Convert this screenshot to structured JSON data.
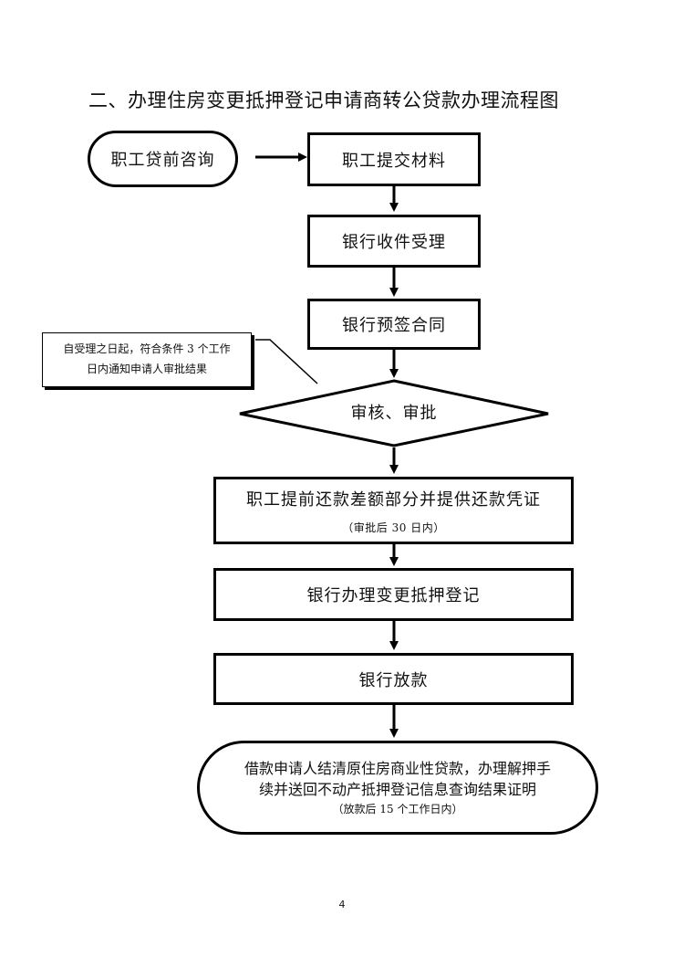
{
  "title": "二、办理住房变更抵押登记申请商转公贷款办理流程图",
  "start": "职工贷前咨询",
  "steps": {
    "submit": "职工提交材料",
    "receive": "银行收件受理",
    "presign": "银行预签合同",
    "review": "审核、审批",
    "repay": "职工提前还款差额部分并提供还款凭证",
    "repay_note": "（审批后 30 日内）",
    "mortgage": "银行办理变更抵押登记",
    "loan": "银行放款"
  },
  "note": {
    "line1": "自受理之日起，符合条件 3 个工作",
    "line2": "日内通知申请人审批结果"
  },
  "end": {
    "line1": "借款申请人结清原住房商业性贷款，办理解押手",
    "line2": "续并送回不动产抵押登记信息查询结果证明",
    "line3": "（放款后 15 个工作日内）"
  },
  "page_number": "4"
}
